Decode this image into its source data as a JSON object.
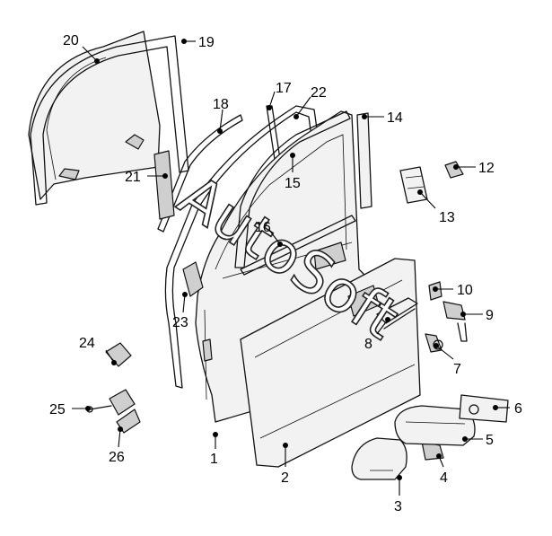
{
  "watermark": {
    "text": "AutoSoft"
  },
  "callouts": [
    {
      "id": "1",
      "label": "1"
    },
    {
      "id": "2",
      "label": "2"
    },
    {
      "id": "3",
      "label": "3"
    },
    {
      "id": "4",
      "label": "4"
    },
    {
      "id": "5",
      "label": "5"
    },
    {
      "id": "6",
      "label": "6"
    },
    {
      "id": "7",
      "label": "7"
    },
    {
      "id": "8",
      "label": "8"
    },
    {
      "id": "9",
      "label": "9"
    },
    {
      "id": "10",
      "label": "10"
    },
    {
      "id": "12",
      "label": "12"
    },
    {
      "id": "13",
      "label": "13"
    },
    {
      "id": "14",
      "label": "14"
    },
    {
      "id": "15",
      "label": "15"
    },
    {
      "id": "16",
      "label": "16"
    },
    {
      "id": "17",
      "label": "17"
    },
    {
      "id": "18",
      "label": "18"
    },
    {
      "id": "19",
      "label": "19"
    },
    {
      "id": "20",
      "label": "20"
    },
    {
      "id": "21",
      "label": "21"
    },
    {
      "id": "22",
      "label": "22"
    },
    {
      "id": "23",
      "label": "23"
    },
    {
      "id": "24",
      "label": "24"
    },
    {
      "id": "25",
      "label": "25"
    },
    {
      "id": "26",
      "label": "26"
    }
  ]
}
